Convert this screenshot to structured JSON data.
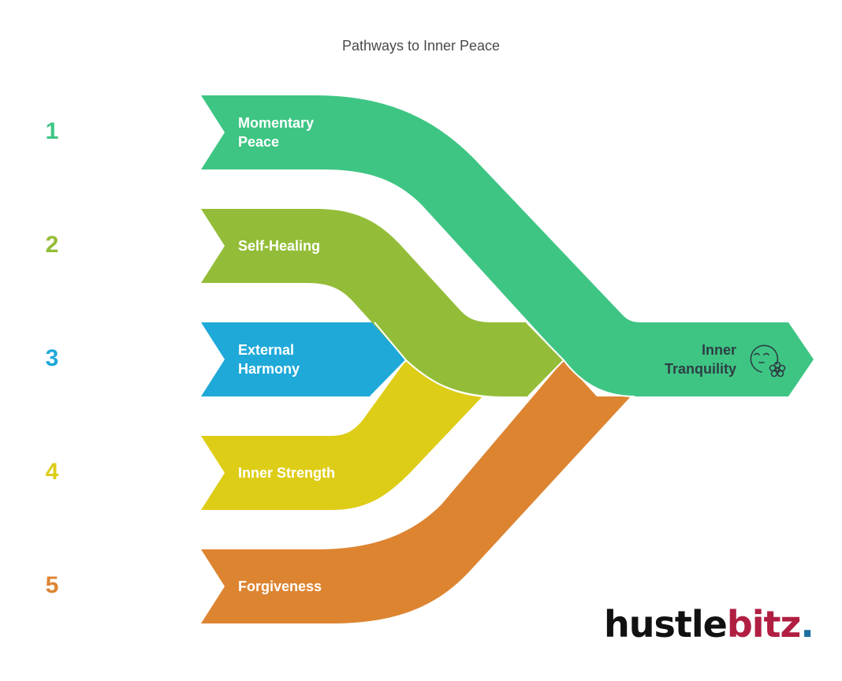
{
  "title": "Pathways to Inner Peace",
  "pathways": [
    {
      "number": "1",
      "label_line1": "Momentary",
      "label_line2": "Peace",
      "color": "#3ec584"
    },
    {
      "number": "2",
      "label_line1": "Self-Healing",
      "label_line2": "",
      "color": "#93bd38"
    },
    {
      "number": "3",
      "label_line1": "External",
      "label_line2": "Harmony",
      "color": "#1fa9d9"
    },
    {
      "number": "4",
      "label_line1": "Inner Strength",
      "label_line2": "",
      "color": "#decd17"
    },
    {
      "number": "5",
      "label_line1": "Forgiveness",
      "label_line2": "",
      "color": "#dd8431"
    }
  ],
  "outcome": {
    "line1": "Inner",
    "line2": "Tranquility",
    "icon": "peaceful-face-flower-icon",
    "color": "#3ec584"
  },
  "logo": {
    "part1": "hustle",
    "part2": "bitz",
    "dot": "."
  }
}
